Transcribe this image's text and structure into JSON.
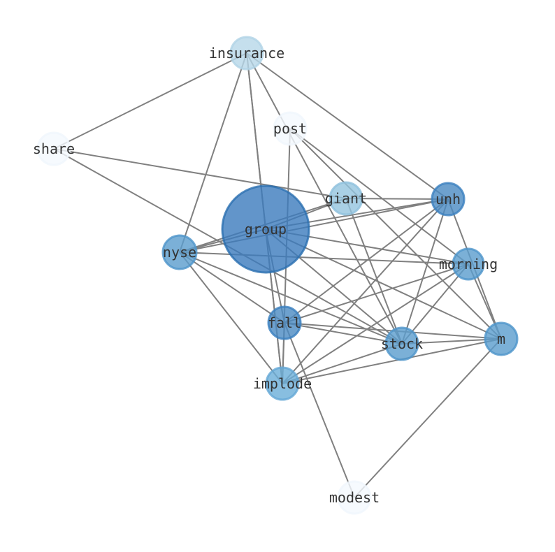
{
  "graph": {
    "type": "network",
    "nodes": [
      {
        "id": "insurance",
        "label": "insurance",
        "weight": 0.25,
        "color": "#b7d7e8"
      },
      {
        "id": "post",
        "label": "post",
        "weight": 0.05,
        "color": "#f4f9fe"
      },
      {
        "id": "share",
        "label": "share",
        "weight": 0.05,
        "color": "#f4f9fe"
      },
      {
        "id": "giant",
        "label": "giant",
        "weight": 0.35,
        "color": "#94c4df"
      },
      {
        "id": "unh",
        "label": "unh",
        "weight": 0.75,
        "color": "#4a89c2"
      },
      {
        "id": "group",
        "label": "group",
        "weight": 1.0,
        "color": "#3b7bbd"
      },
      {
        "id": "nyse",
        "label": "nyse",
        "weight": 0.6,
        "color": "#5a9ccd"
      },
      {
        "id": "morning",
        "label": "morning",
        "weight": 0.6,
        "color": "#5a9ccd"
      },
      {
        "id": "fall",
        "label": "fall",
        "weight": 0.75,
        "color": "#4a89c2"
      },
      {
        "id": "stock",
        "label": "stock",
        "weight": 0.6,
        "color": "#5a9ccd"
      },
      {
        "id": "m",
        "label": "m",
        "weight": 0.6,
        "color": "#5a9ccd"
      },
      {
        "id": "implode",
        "label": "implode",
        "weight": 0.5,
        "color": "#6aaed8"
      },
      {
        "id": "modest",
        "label": "modest",
        "weight": 0.05,
        "color": "#f4f9fe"
      }
    ],
    "edges": [
      [
        "insurance",
        "share"
      ],
      [
        "insurance",
        "nyse"
      ],
      [
        "insurance",
        "group"
      ],
      [
        "insurance",
        "stock"
      ],
      [
        "insurance",
        "unh"
      ],
      [
        "insurance",
        "implode"
      ],
      [
        "share",
        "giant"
      ],
      [
        "share",
        "stock"
      ],
      [
        "post",
        "implode"
      ],
      [
        "post",
        "m"
      ],
      [
        "post",
        "morning"
      ],
      [
        "giant",
        "unh"
      ],
      [
        "giant",
        "group"
      ],
      [
        "giant",
        "nyse"
      ],
      [
        "giant",
        "stock"
      ],
      [
        "unh",
        "group"
      ],
      [
        "unh",
        "nyse"
      ],
      [
        "unh",
        "fall"
      ],
      [
        "unh",
        "implode"
      ],
      [
        "unh",
        "stock"
      ],
      [
        "unh",
        "m"
      ],
      [
        "group",
        "nyse"
      ],
      [
        "group",
        "morning"
      ],
      [
        "group",
        "fall"
      ],
      [
        "group",
        "implode"
      ],
      [
        "group",
        "stock"
      ],
      [
        "group",
        "m"
      ],
      [
        "nyse",
        "morning"
      ],
      [
        "nyse",
        "fall"
      ],
      [
        "nyse",
        "stock"
      ],
      [
        "nyse",
        "implode"
      ],
      [
        "morning",
        "fall"
      ],
      [
        "morning",
        "stock"
      ],
      [
        "morning",
        "implode"
      ],
      [
        "morning",
        "m"
      ],
      [
        "fall",
        "stock"
      ],
      [
        "fall",
        "m"
      ],
      [
        "fall",
        "implode"
      ],
      [
        "fall",
        "modest"
      ],
      [
        "stock",
        "m"
      ],
      [
        "stock",
        "implode"
      ],
      [
        "m",
        "implode"
      ],
      [
        "m",
        "modest"
      ]
    ]
  }
}
